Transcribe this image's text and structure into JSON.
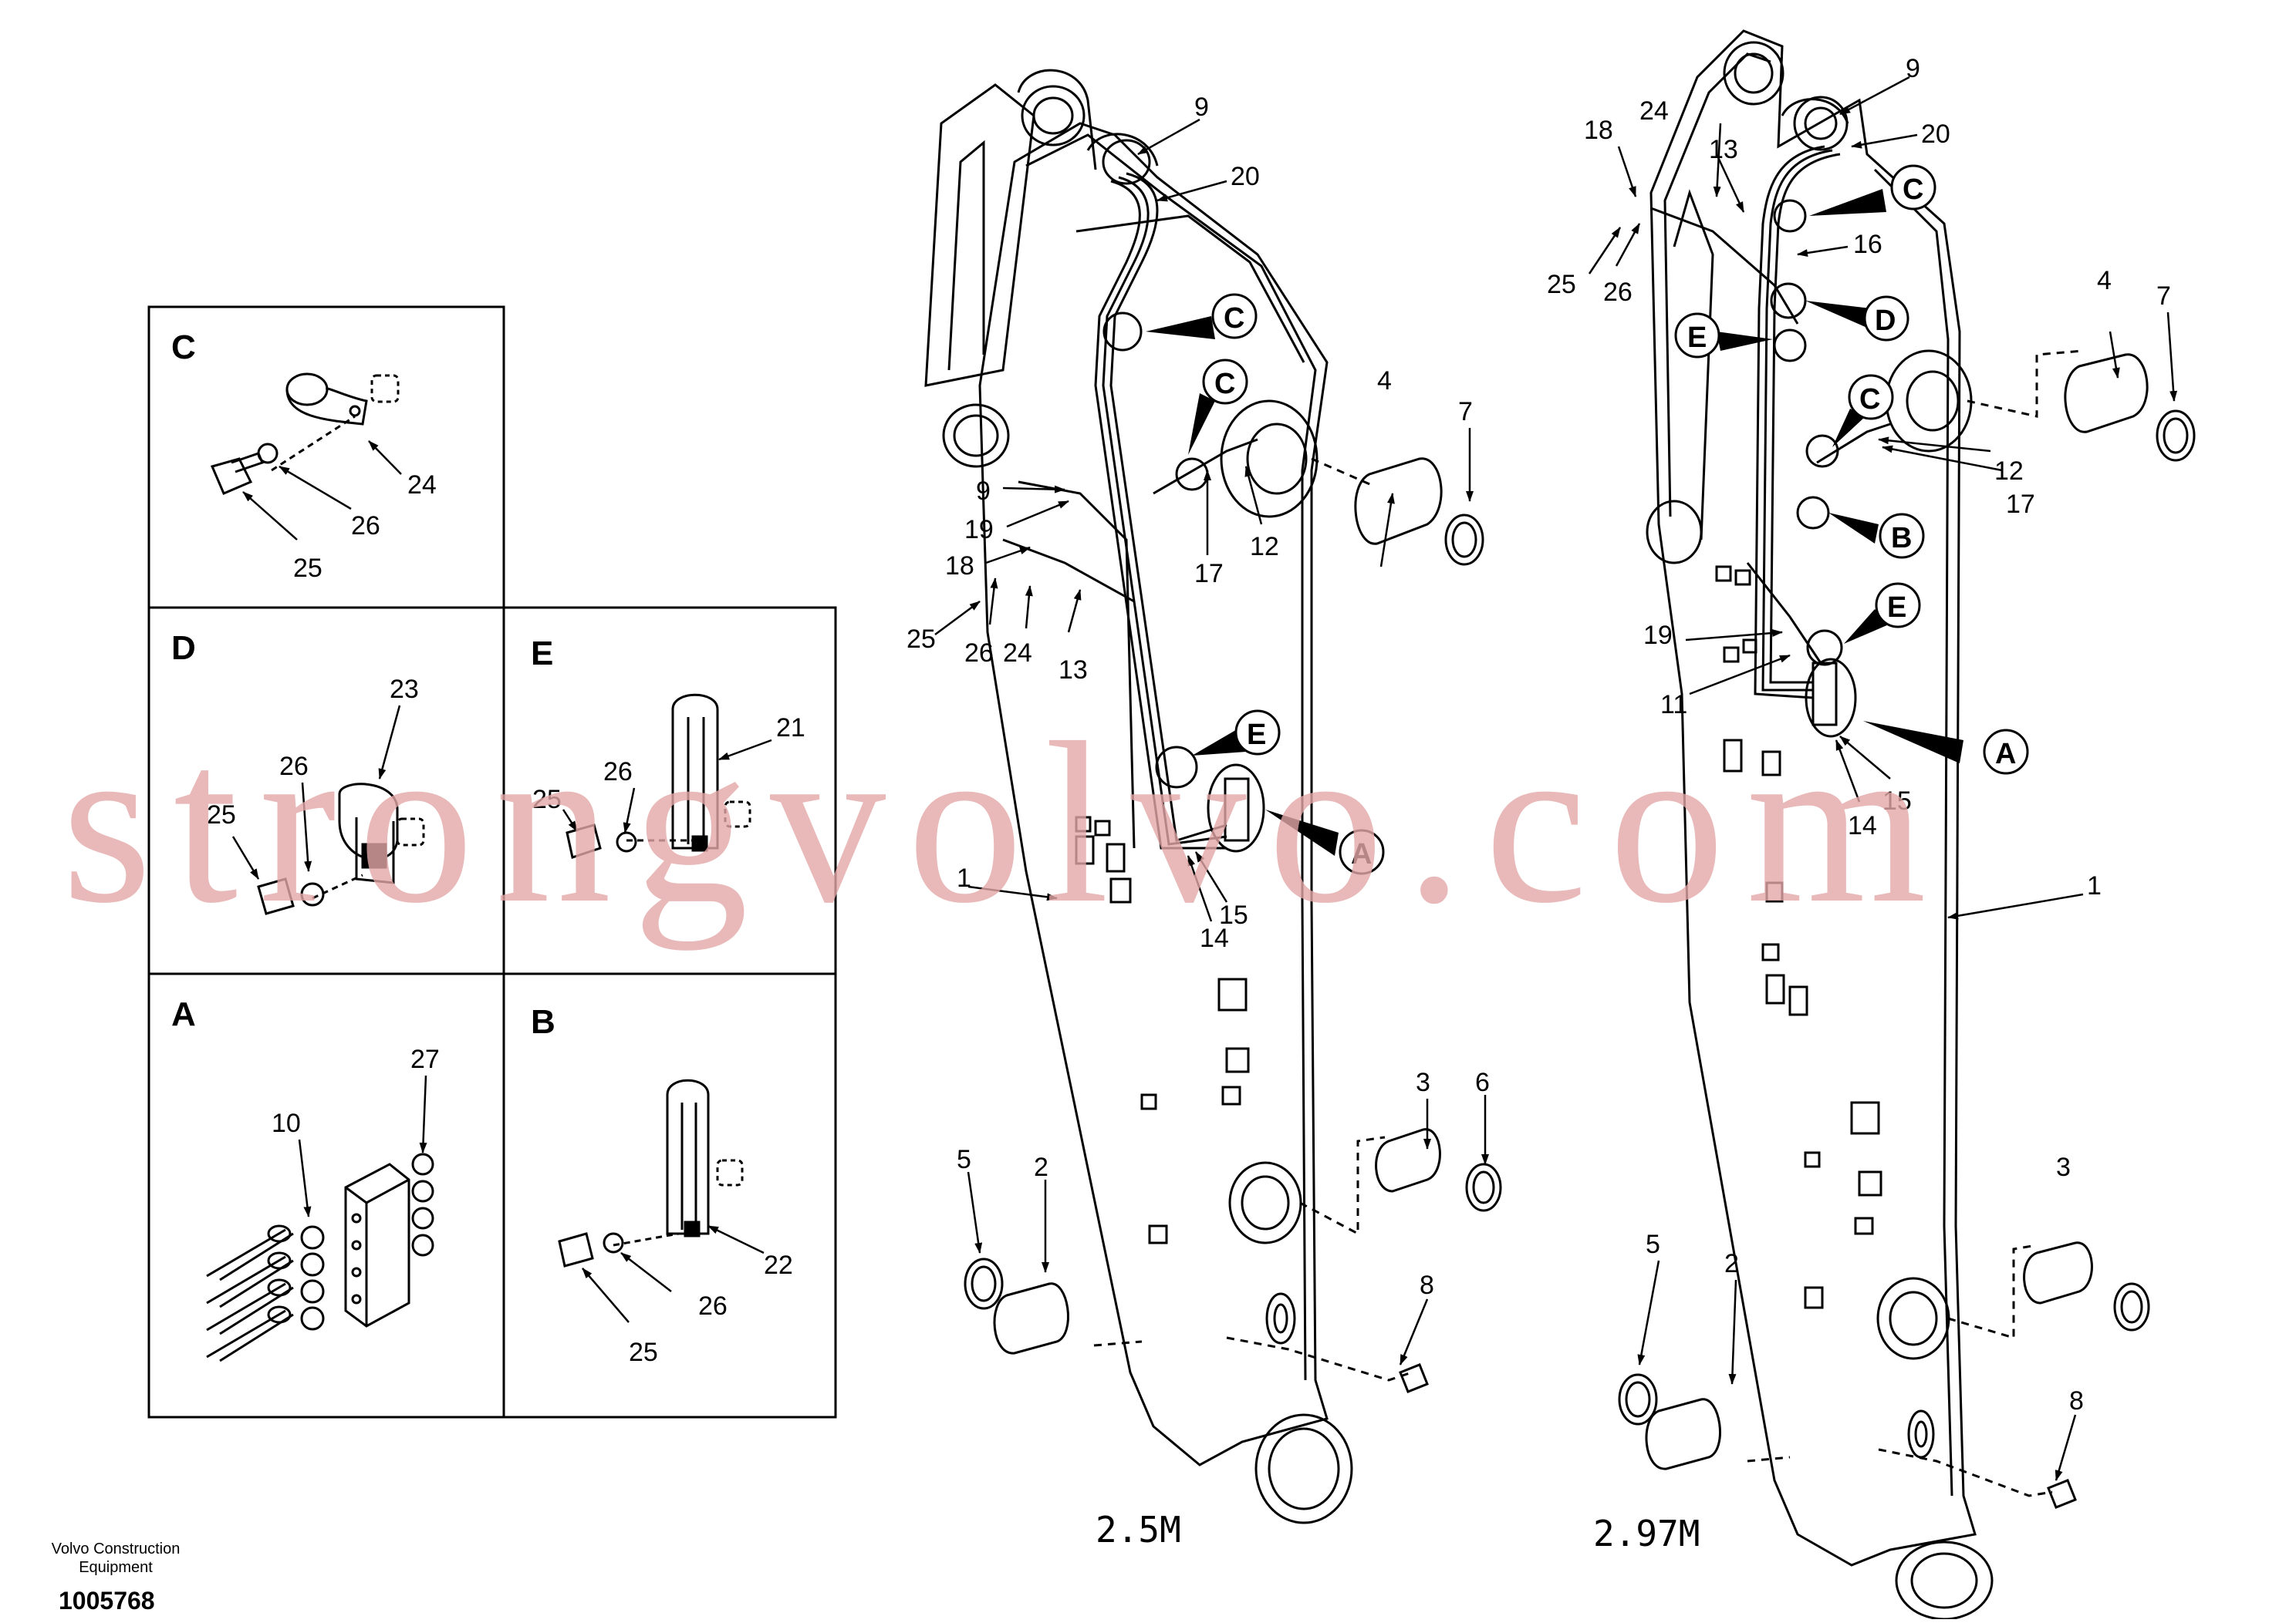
{
  "detail_panels": [
    {
      "letter": "C",
      "parts": [
        "24",
        "26",
        "25"
      ]
    },
    {
      "letter": "D",
      "parts": [
        "23",
        "26",
        "25"
      ]
    },
    {
      "letter": "E",
      "parts": [
        "21",
        "26",
        "25"
      ]
    },
    {
      "letter": "A",
      "parts": [
        "10",
        "27"
      ]
    },
    {
      "letter": "B",
      "parts": [
        "22",
        "26",
        "25"
      ]
    }
  ],
  "left_boom": {
    "length_label": "2.5M",
    "callouts": [
      "9",
      "20",
      "C",
      "C",
      "4",
      "7",
      "9",
      "19",
      "18",
      "25",
      "26",
      "24",
      "13",
      "17",
      "12",
      "E",
      "A",
      "15",
      "14",
      "1",
      "3",
      "6",
      "5",
      "2",
      "8"
    ]
  },
  "right_boom": {
    "length_label": "2.97M",
    "callouts": [
      "9",
      "20",
      "24",
      "13",
      "18",
      "C",
      "16",
      "25",
      "26",
      "D",
      "E",
      "4",
      "7",
      "C",
      "12",
      "17",
      "B",
      "19",
      "E",
      "11",
      "A",
      "15",
      "14",
      "1",
      "3",
      "5",
      "2",
      "8"
    ]
  },
  "footer": {
    "maker_line1": "Volvo Construction",
    "maker_line2": "Equipment",
    "part_number": "1005768"
  },
  "watermark": "strongvolvo.com"
}
